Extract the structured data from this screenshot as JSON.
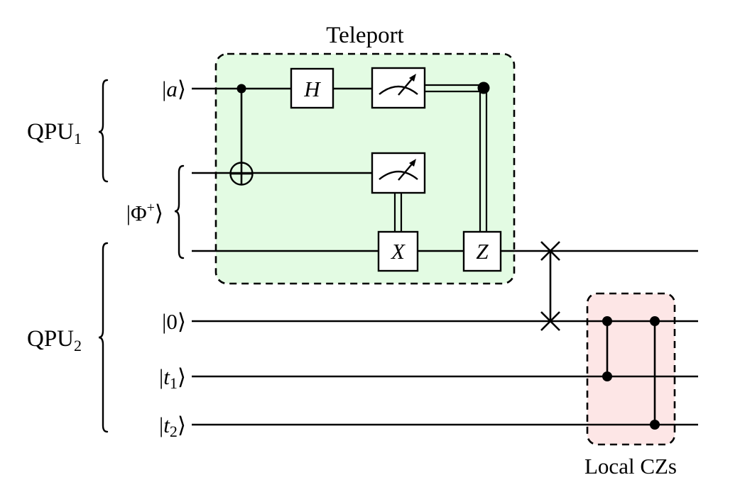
{
  "diagram": {
    "title": "Quantum circuit: teleportation between QPUs followed by SWAP and local CZ gates",
    "groups": [
      {
        "id": "qpu1",
        "label": "QPU",
        "subscript": "1"
      },
      {
        "id": "qpu2",
        "label": "QPU",
        "subscript": "2"
      }
    ],
    "bell_pair_label": {
      "prefix": "|Φ",
      "sup": "+",
      "suffix": "⟩"
    },
    "wires": [
      {
        "id": "a",
        "label": "|a⟩",
        "label_parts": [
          "|",
          "a",
          "⟩"
        ]
      },
      {
        "id": "phi-top",
        "label": ""
      },
      {
        "id": "phi-bottom",
        "label": ""
      },
      {
        "id": "zero",
        "label": "|0⟩",
        "label_parts": [
          "|",
          "0",
          "⟩"
        ]
      },
      {
        "id": "t1",
        "label": "|t1⟩",
        "label_parts": [
          "|",
          "t",
          "1",
          "⟩"
        ]
      },
      {
        "id": "t2",
        "label": "|t2⟩",
        "label_parts": [
          "|",
          "t",
          "2",
          "⟩"
        ]
      }
    ],
    "gates": {
      "h": "H",
      "x": "X",
      "z": "Z"
    },
    "boxes": {
      "teleport": {
        "label": "Teleport",
        "color": "#e3fbe3"
      },
      "local_cz": {
        "label": "Local CZs",
        "color": "#fde6e6"
      }
    },
    "operations": [
      {
        "type": "CNOT",
        "control": "a",
        "target": "phi-top"
      },
      {
        "type": "H",
        "target": "a"
      },
      {
        "type": "measure",
        "target": "a"
      },
      {
        "type": "measure",
        "target": "phi-top"
      },
      {
        "type": "classically-controlled X",
        "control": "measure(phi-top)",
        "target": "phi-bottom"
      },
      {
        "type": "classically-controlled Z",
        "control": "measure(a)",
        "target": "phi-bottom"
      },
      {
        "type": "SWAP",
        "targets": [
          "phi-bottom",
          "zero"
        ]
      },
      {
        "type": "CZ",
        "targets": [
          "zero",
          "t1"
        ]
      },
      {
        "type": "CZ",
        "targets": [
          "zero",
          "t2"
        ]
      }
    ]
  }
}
